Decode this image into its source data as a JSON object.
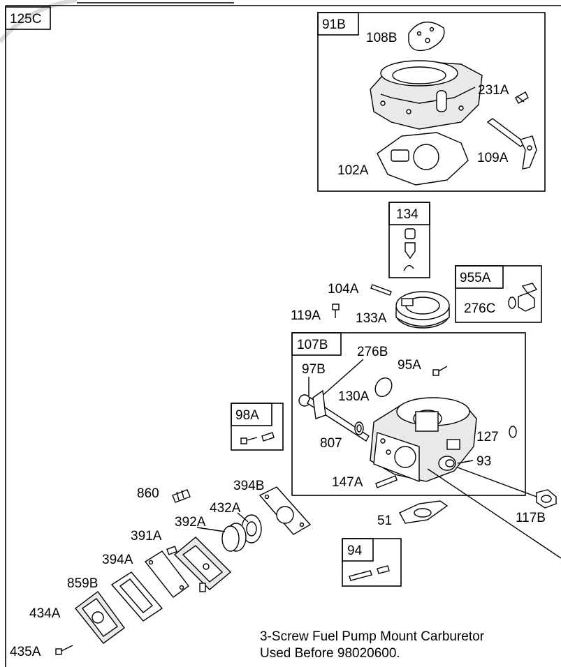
{
  "diagram": {
    "main_label": "125C",
    "note_lines": [
      "3-Screw Fuel Pump Mount Carburetor",
      "Used Before 98020600."
    ],
    "group_boxes": {
      "g91B": "91B",
      "g134": "134",
      "g955A": "955A",
      "g107B": "107B",
      "g98A": "98A",
      "g94": "94"
    },
    "callouts": {
      "p108B": "108B",
      "p231A": "231A",
      "p109A": "109A",
      "p102A": "102A",
      "p104A": "104A",
      "p119A": "119A",
      "p133A": "133A",
      "p276C": "276C",
      "p276B": "276B",
      "p97B": "97B",
      "p95A": "95A",
      "p130A": "130A",
      "p807": "807",
      "p127": "127",
      "p93": "93",
      "p147A": "147A",
      "p117B": "117B",
      "p51": "51",
      "p860": "860",
      "p394B": "394B",
      "p432A": "432A",
      "p392A": "392A",
      "p391A": "391A",
      "p394A": "394A",
      "p859B": "859B",
      "p434A": "434A",
      "p435A": "435A"
    }
  }
}
